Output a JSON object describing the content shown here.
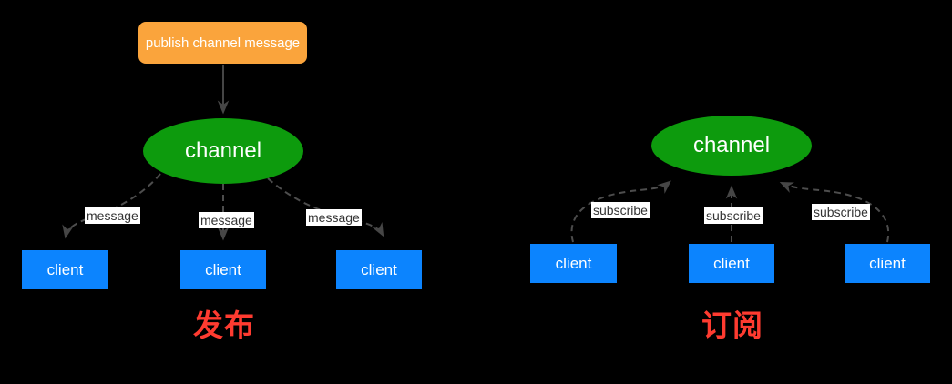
{
  "colors": {
    "background": "#000000",
    "publish_box": "#faa43c",
    "channel_ellipse": "#0d9b0d",
    "client_box": "#0c84fe",
    "edge": "#4d4d4d",
    "edge_label_bg": "#ffffff",
    "edge_label_text": "#333333",
    "caption": "#ff3b30"
  },
  "left": {
    "publish_label": "publish channel message",
    "channel_label": "channel",
    "edge_labels": [
      "message",
      "message",
      "message"
    ],
    "clients": [
      "client",
      "client",
      "client"
    ],
    "caption": "发布"
  },
  "right": {
    "channel_label": "channel",
    "edge_labels": [
      "subscribe",
      "subscribe",
      "subscribe"
    ],
    "clients": [
      "client",
      "client",
      "client"
    ],
    "caption": "订阅"
  }
}
